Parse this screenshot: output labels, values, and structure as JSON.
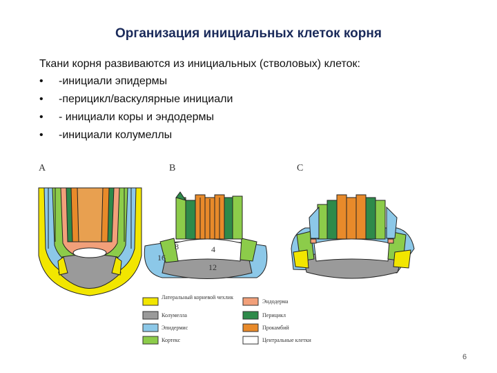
{
  "slide": {
    "title": "Организация инициальных клеток корня",
    "intro": "Ткани корня развиваются из инициальных (стволовых) клеток:",
    "bullets": [
      {
        "marker": "•",
        "text": "-инициали эпидермы"
      },
      {
        "marker": "•",
        "text": "-перицикл/васкулярные инициали"
      },
      {
        "marker": "•",
        "text": "- инициали коры и эндодермы"
      },
      {
        "marker": "•",
        "text": "-инициали колумеллы"
      }
    ],
    "page_number": "6"
  },
  "diagram": {
    "panel_labels": [
      "A",
      "B",
      "C"
    ],
    "cell_numbers": [
      "8",
      "4",
      "16",
      "12"
    ],
    "legend": [
      {
        "label": "Латеральный корневой чехлик",
        "color": "#f2e600"
      },
      {
        "label": "Колумелла",
        "color": "#9a9a9a"
      },
      {
        "label": "Эпидермис",
        "color": "#8cc8e8"
      },
      {
        "label": "Кортекс",
        "color": "#8ccc4a"
      },
      {
        "label": "Эндодерма",
        "color": "#f2a07a"
      },
      {
        "label": "Перицикл",
        "color": "#2e8a4a"
      },
      {
        "label": "Прокамбий",
        "color": "#e88a2a"
      },
      {
        "label": "Центральные клетки",
        "color": "#ffffff"
      }
    ]
  }
}
